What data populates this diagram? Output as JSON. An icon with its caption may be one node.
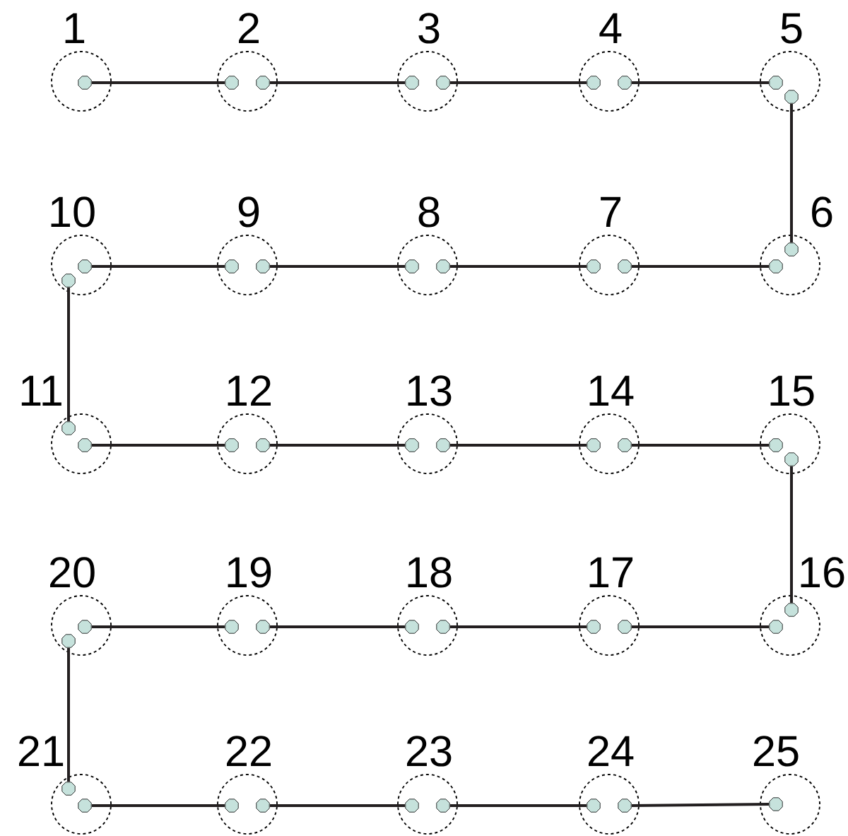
{
  "diagram": {
    "nodes": [
      {
        "text": [
          "1"
        ]
      },
      {
        "text": [
          "2"
        ]
      },
      {
        "text": [
          "3"
        ]
      },
      {
        "text": [
          "4"
        ]
      },
      {
        "text": [
          "5"
        ]
      },
      {
        "text": [
          "6"
        ]
      },
      {
        "text": [
          "7"
        ]
      },
      {
        "text": [
          "8"
        ]
      },
      {
        "text": [
          "9"
        ]
      },
      {
        "text": [
          "10"
        ]
      },
      {
        "text": [
          "11"
        ]
      },
      {
        "text": [
          "12"
        ]
      },
      {
        "text": [
          "13"
        ]
      },
      {
        "text": [
          "14"
        ]
      },
      {
        "text": [
          "15"
        ]
      },
      {
        "text": [
          "16"
        ]
      },
      {
        "text": [
          "17"
        ]
      },
      {
        "text": [
          "18"
        ]
      },
      {
        "text": [
          "19"
        ]
      },
      {
        "text": [
          "20"
        ]
      },
      {
        "text": [
          "21"
        ]
      },
      {
        "text": [
          "22"
        ]
      },
      {
        "text": [
          "23"
        ]
      },
      {
        "text": [
          "24"
        ]
      },
      {
        "text": [
          "25"
        ]
      }
    ],
    "edges": [
      {
        "from": 0,
        "to": 1,
        "arrow": "none"
      },
      {
        "from": 1,
        "to": 2,
        "arrow": "none"
      },
      {
        "from": 2,
        "to": 3,
        "arrow": "none"
      },
      {
        "from": 3,
        "to": 4,
        "arrow": "none"
      },
      {
        "from": 4,
        "to": 5,
        "arrow": "none"
      },
      {
        "from": 5,
        "to": 6,
        "arrow": "none"
      },
      {
        "from": 6,
        "to": 7,
        "arrow": "none"
      },
      {
        "from": 7,
        "to": 8,
        "arrow": "none"
      },
      {
        "from": 8,
        "to": 9,
        "arrow": "none"
      },
      {
        "from": 9,
        "to": 10,
        "arrow": "none"
      },
      {
        "from": 10,
        "to": 11,
        "arrow": "none"
      },
      {
        "from": 11,
        "to": 12,
        "arrow": "none"
      },
      {
        "from": 12,
        "to": 13,
        "arrow": "none"
      },
      {
        "from": 13,
        "to": 14,
        "arrow": "none"
      },
      {
        "from": 14,
        "to": 15,
        "arrow": "none"
      },
      {
        "from": 15,
        "to": 16,
        "arrow": "none"
      },
      {
        "from": 16,
        "to": 17,
        "arrow": "none"
      },
      {
        "from": 17,
        "to": 18,
        "arrow": "none"
      },
      {
        "from": 18,
        "to": 19,
        "arrow": "none"
      },
      {
        "from": 19,
        "to": 20,
        "arrow": "none"
      },
      {
        "from": 20,
        "to": 21,
        "arrow": "none"
      },
      {
        "from": 21,
        "to": 22,
        "arrow": "none"
      },
      {
        "from": 22,
        "to": 23,
        "arrow": "none"
      },
      {
        "from": 23,
        "to": 24,
        "arrow": "none"
      }
    ]
  }
}
